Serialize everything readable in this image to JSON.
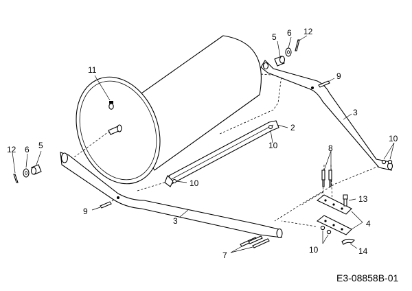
{
  "diagram_code": "E3-08858B-01",
  "callouts": {
    "c5_top": "5",
    "c6_top": "6",
    "c12_top": "12",
    "c11": "11",
    "c9_right": "9",
    "c3_right": "3",
    "c2": "2",
    "c10_mid": "10",
    "c10_right": "10",
    "c8": "8",
    "c12_left": "12",
    "c6_left": "6",
    "c5_left": "5",
    "c10_bracket": "10",
    "c13": "13",
    "c9_left": "9",
    "c3_bottom": "3",
    "c4": "4",
    "c10_bottom": "10",
    "c7": "7",
    "c14": "14"
  }
}
